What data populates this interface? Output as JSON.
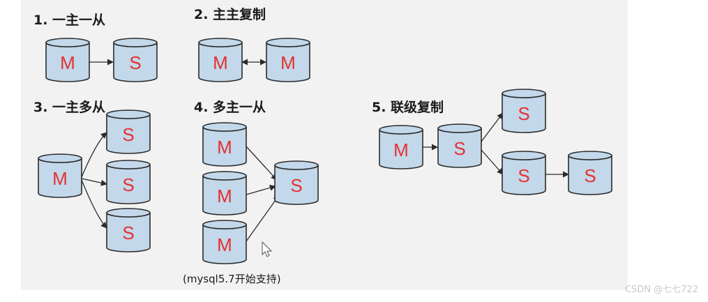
{
  "titles": {
    "t1": "1. 一主一从",
    "t2": "2. 主主复制",
    "t3": "3. 一主多从",
    "t4": "4. 多主一从",
    "t5": "5. 联级复制"
  },
  "note": "(mysql5.7开始支持)",
  "watermark": "CSDN @七七722",
  "nodes": {
    "master": "M",
    "slave": "S"
  },
  "colors": {
    "db_fill": "#c3d8ea",
    "db_stroke": "#2b2b2b",
    "db_text": "#e53030",
    "arrow": "#2b2b2b"
  }
}
